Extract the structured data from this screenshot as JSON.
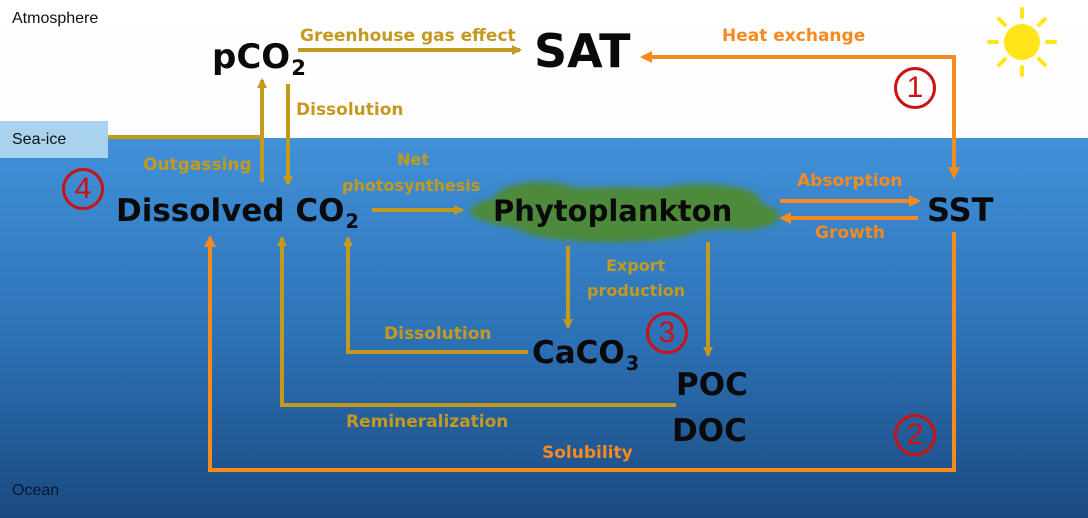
{
  "zones": {
    "atmosphere": "Atmosphere",
    "sea_ice": "Sea-ice",
    "ocean": "Ocean"
  },
  "nodes": {
    "pco2": {
      "main": "pCO",
      "sub": "2"
    },
    "sat": "SAT",
    "dissolved_co2": {
      "main": "Dissolved CO",
      "sub": "2"
    },
    "phytoplankton": "Phytoplankton",
    "sst": "SST",
    "caco3": {
      "main": "CaCO",
      "sub": "3"
    },
    "poc": "POC",
    "doc": "DOC"
  },
  "processes": {
    "greenhouse": "Greenhouse gas effect",
    "heat_exchange": "Heat exchange",
    "dissolution_top": "Dissolution",
    "outgassing": "Outgassing",
    "net_photosynthesis_1": "Net",
    "net_photosynthesis_2": "photosynthesis",
    "absorption": "Absorption",
    "growth": "Growth",
    "export_1": "Export",
    "export_2": "production",
    "dissolution_bottom": "Dissolution",
    "remineralization": "Remineralization",
    "solubility": "Solubility"
  },
  "badges": {
    "b1": "1",
    "b2": "2",
    "b3": "3",
    "b4": "4"
  },
  "colors": {
    "ocean_top": "#3f8fd6",
    "ocean_bottom": "#1c4f86",
    "sea_ice": "#a9d2ee",
    "gold_arrow": "#c49a1e",
    "orange_arrow": "#f58a1f",
    "badge": "#cc1111",
    "phytoplankton_blob": "#4e8a3a",
    "sun": "#ffe51a"
  }
}
